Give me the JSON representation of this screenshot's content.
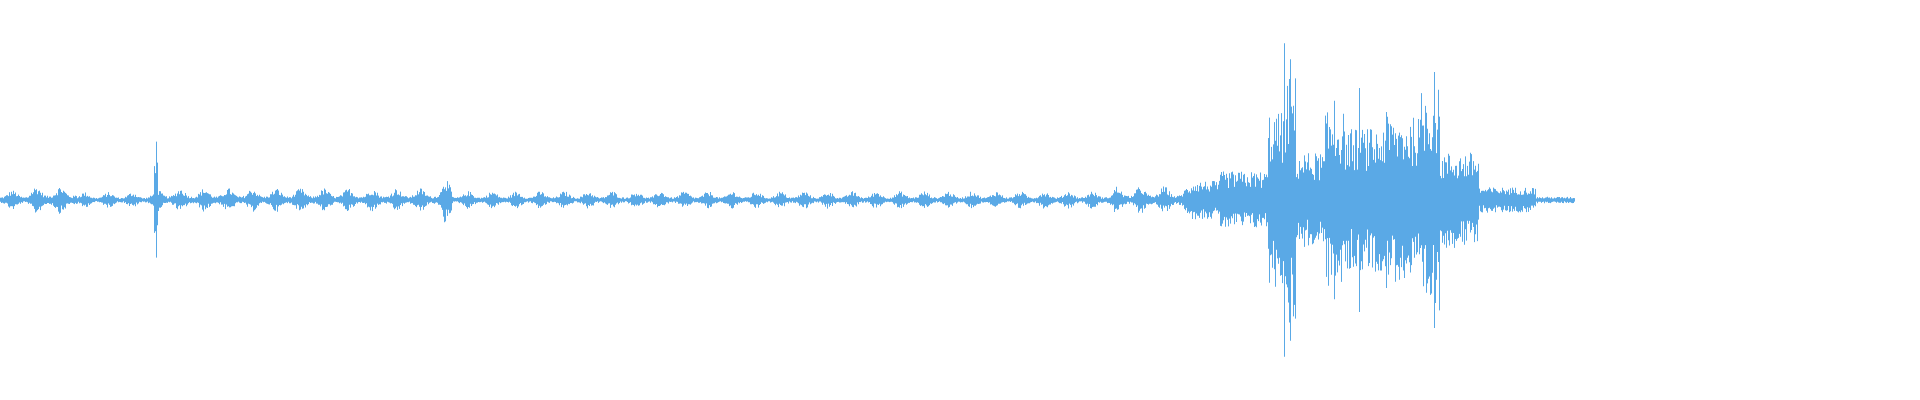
{
  "waveform": {
    "color": "#5aa9e6",
    "background": "#ffffff",
    "segments": [
      {
        "from": 0.0,
        "to": 0.015,
        "amp": 0.05
      },
      {
        "from": 0.015,
        "to": 0.04,
        "amp": 0.07
      },
      {
        "from": 0.04,
        "to": 0.08,
        "amp": 0.04
      },
      {
        "from": 0.08,
        "to": 0.082,
        "amp": 0.32
      },
      {
        "from": 0.082,
        "to": 0.23,
        "amp": 0.06
      },
      {
        "from": 0.23,
        "to": 0.235,
        "amp": 0.12
      },
      {
        "from": 0.235,
        "to": 0.58,
        "amp": 0.045
      },
      {
        "from": 0.58,
        "to": 0.62,
        "amp": 0.07
      },
      {
        "from": 0.62,
        "to": 0.635,
        "amp": 0.12
      },
      {
        "from": 0.635,
        "to": 0.66,
        "amp": 0.18
      },
      {
        "from": 0.66,
        "to": 0.67,
        "amp": 0.55
      },
      {
        "from": 0.67,
        "to": 0.675,
        "amp": 0.78
      },
      {
        "from": 0.675,
        "to": 0.69,
        "amp": 0.3
      },
      {
        "from": 0.69,
        "to": 0.7,
        "amp": 0.55
      },
      {
        "from": 0.7,
        "to": 0.72,
        "amp": 0.45
      },
      {
        "from": 0.72,
        "to": 0.74,
        "amp": 0.52
      },
      {
        "from": 0.74,
        "to": 0.75,
        "amp": 0.7
      },
      {
        "from": 0.75,
        "to": 0.77,
        "amp": 0.3
      },
      {
        "from": 0.77,
        "to": 0.8,
        "amp": 0.08
      },
      {
        "from": 0.8,
        "to": 0.82,
        "amp": 0.02
      }
    ],
    "spikes": [
      {
        "at": 0.081,
        "amp": 0.36
      },
      {
        "at": 0.669,
        "amp": 0.98
      },
      {
        "at": 0.672,
        "amp": 0.88
      },
      {
        "at": 0.695,
        "amp": 0.62
      },
      {
        "at": 0.708,
        "amp": 0.7
      },
      {
        "at": 0.722,
        "amp": 0.55
      },
      {
        "at": 0.747,
        "amp": 0.8
      }
    ]
  }
}
